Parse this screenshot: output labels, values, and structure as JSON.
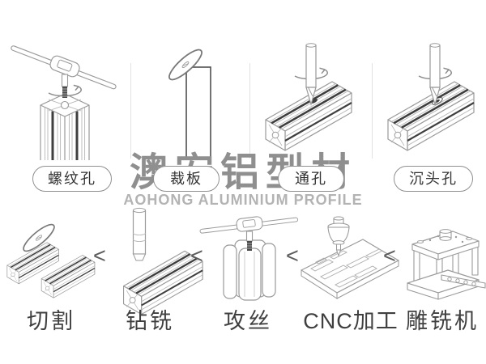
{
  "watermark": {
    "cn": "澳宏铝型材",
    "en": "AOHONG ALUMINIUM PROFILE"
  },
  "top_row": {
    "items": [
      {
        "label": "螺纹孔",
        "icon": "threaded-hole-illustration"
      },
      {
        "label": "裁板",
        "icon": "panel-cutting-illustration"
      },
      {
        "label": "通孔",
        "icon": "through-hole-illustration"
      },
      {
        "label": "沉头孔",
        "icon": "countersunk-hole-illustration"
      }
    ]
  },
  "bottom_row": {
    "separator": "<",
    "items": [
      {
        "label": "切割",
        "icon": "profile-cutting-illustration"
      },
      {
        "label": "钻铣",
        "icon": "drill-milling-illustration"
      },
      {
        "label": "攻丝",
        "icon": "tapping-illustration"
      },
      {
        "label": "CNC加工",
        "icon": "cnc-machining-illustration"
      },
      {
        "label": "雕铣机",
        "icon": "engraving-milling-machine-illustration"
      }
    ]
  },
  "colors": {
    "background": "#ffffff",
    "line_gray": "#9a9a9a",
    "dark_accent": "#3f3f3f",
    "pill_border": "#8f8f8f",
    "label_text": "#3f3f3f",
    "watermark_cn": "#8f8f8f",
    "watermark_en": "#b3b3b3",
    "divider": "#e2e2e2"
  }
}
